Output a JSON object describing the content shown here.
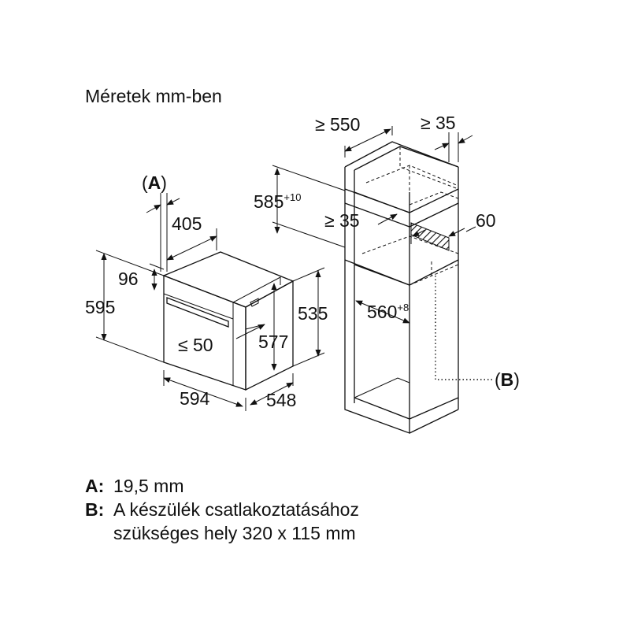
{
  "title": "Méretek mm-ben",
  "labels": {
    "a_marker": "A",
    "b_marker": "B",
    "depth_405": "405",
    "gap_96": "96",
    "height_595": "595",
    "cutout_50": "≤ 50",
    "width_594": "594",
    "depth_548": "548",
    "niche_577": "577",
    "body_535": "535",
    "cab_550": "≥ 550",
    "cab_35_top": "≥ 35",
    "niche_585": "585",
    "niche_585_tol": "+10",
    "shelf_35": "≥ 35",
    "vent_60": "60",
    "width_560": "560",
    "width_560_tol": "+8"
  },
  "legend": [
    {
      "key": "A:",
      "text": "19,5 mm"
    },
    {
      "key": "B:",
      "text": "A készülék csatlakoztatásához",
      "text2": "szükséges hely 320 x 115 mm"
    }
  ]
}
